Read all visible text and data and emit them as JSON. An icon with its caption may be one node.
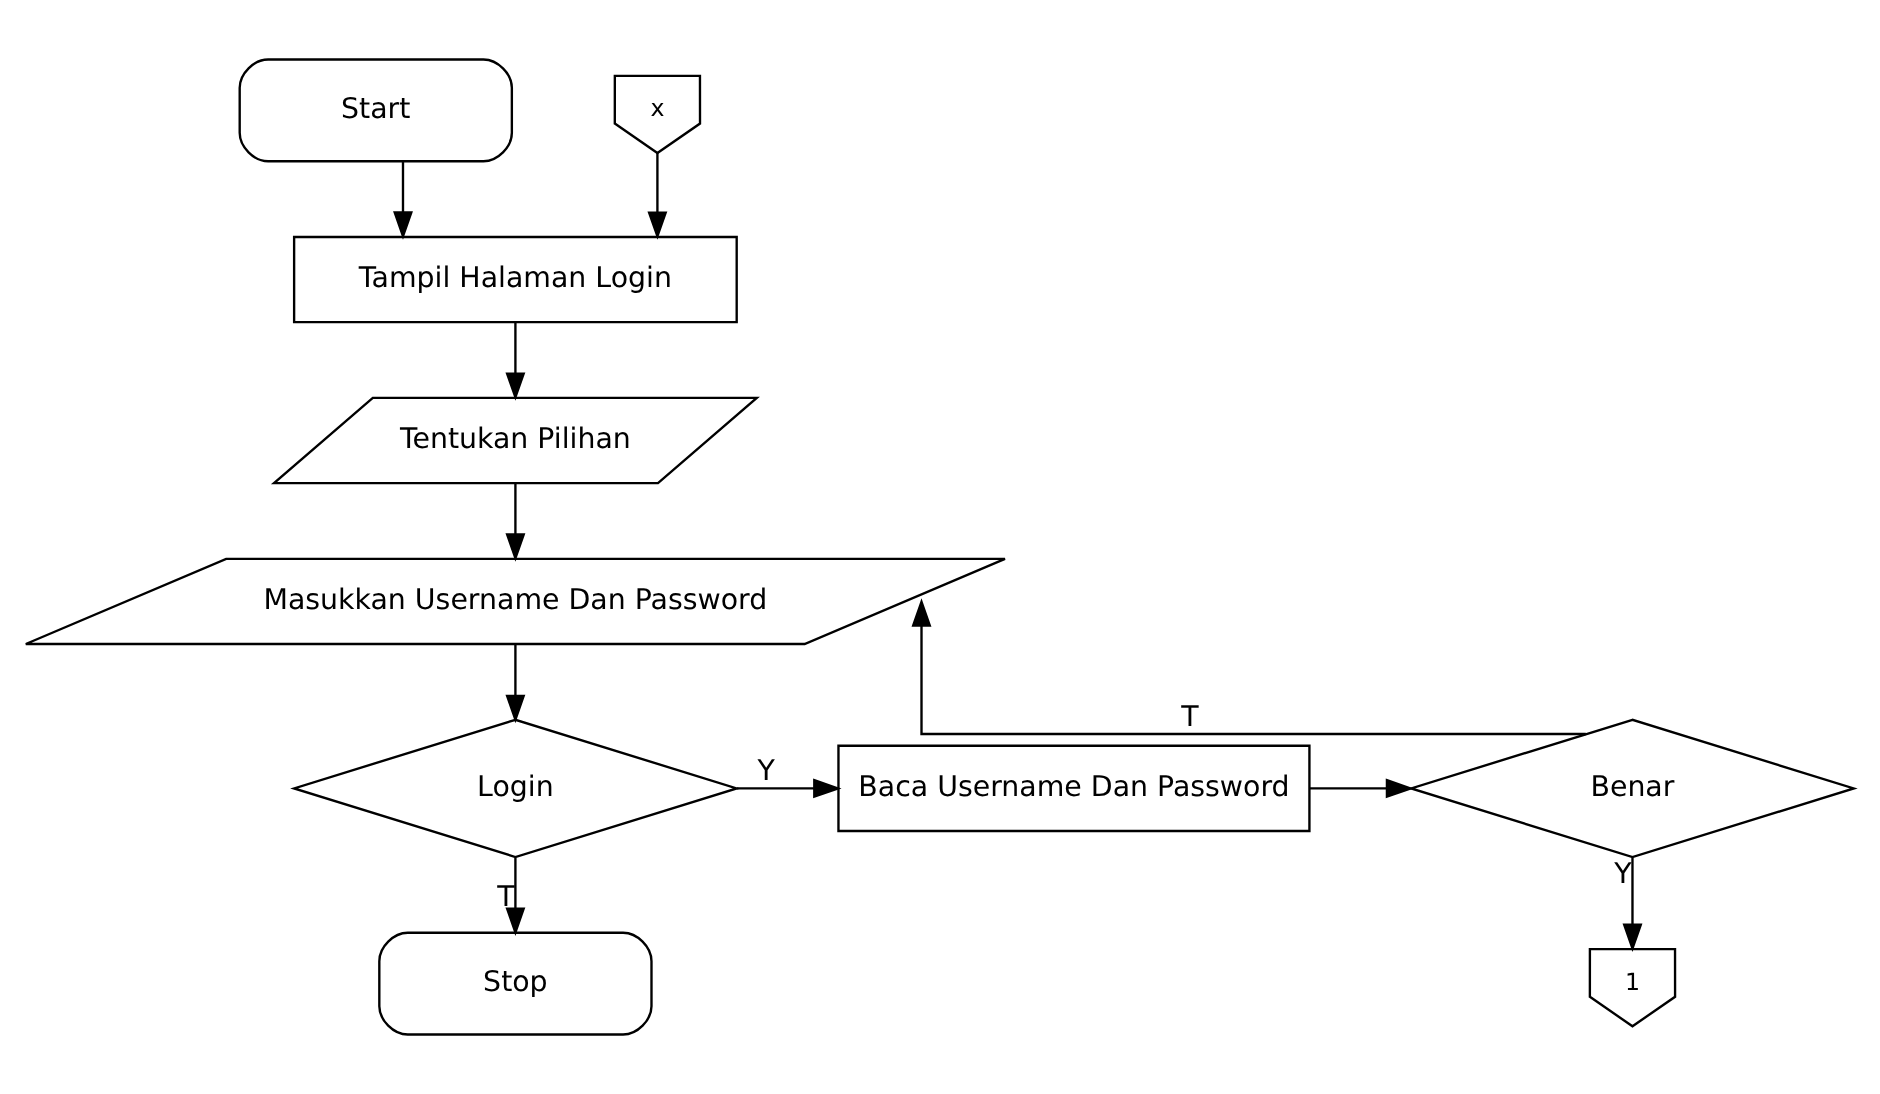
{
  "diagram": {
    "nodes": [
      {
        "text": [
          "Start"
        ]
      },
      {
        "text": [
          "x"
        ]
      },
      {
        "text": [
          "Tampil Halaman Login"
        ]
      },
      {
        "text": [
          "Tentukan Pilihan"
        ]
      },
      {
        "text": [
          "Masukkan Username Dan Password"
        ]
      },
      {
        "text": [
          "Login"
        ]
      },
      {
        "text": [
          "Baca Username Dan Password"
        ]
      },
      {
        "text": [
          "Benar"
        ]
      },
      {
        "text": [
          "Stop"
        ]
      },
      {
        "text": [
          "1"
        ]
      }
    ],
    "edges": [
      {
        "from": 0,
        "to": 2,
        "arrow": "to"
      },
      {
        "from": 1,
        "to": 2,
        "arrow": "to"
      },
      {
        "from": 2,
        "to": 3,
        "arrow": "to"
      },
      {
        "from": 7,
        "to": 4,
        "arrow": "to",
        "label": "T"
      },
      {
        "from": 3,
        "to": 4,
        "arrow": "to"
      },
      {
        "from": 4,
        "to": 5,
        "arrow": "to"
      },
      {
        "from": 5,
        "to": 6,
        "arrow": "to",
        "label": "Y"
      },
      {
        "from": 5,
        "to": 8,
        "arrow": "to",
        "label": "T"
      },
      {
        "from": 6,
        "to": 7,
        "arrow": "to"
      },
      {
        "from": 7,
        "to": 9,
        "arrow": "to",
        "label": "Y"
      }
    ]
  }
}
